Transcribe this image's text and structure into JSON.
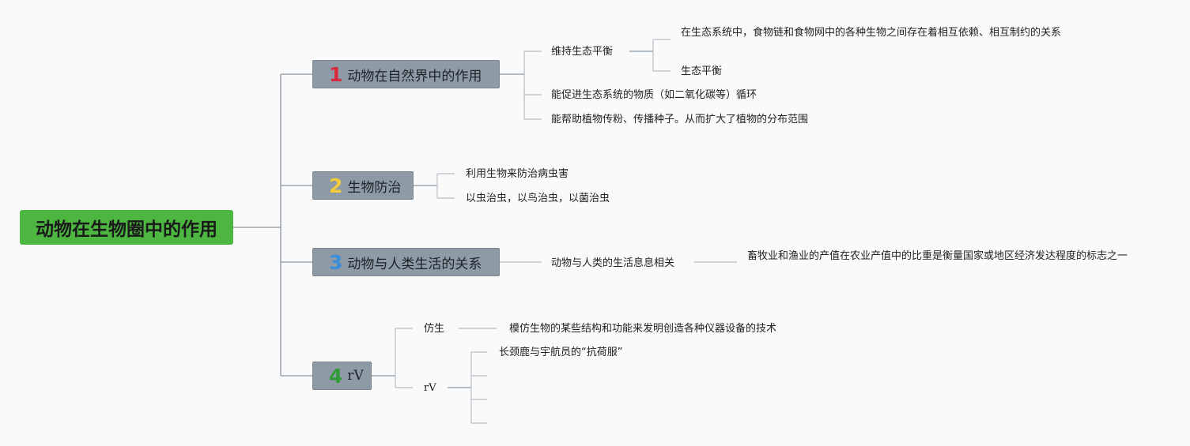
{
  "root": {
    "label": "动物在生物圈中的作用",
    "color": "#4cb640"
  },
  "branches": [
    {
      "number": "1",
      "number_color": "#d8283d",
      "label": "动物在自然界中的作用",
      "children": [
        {
          "label": "维持生态平衡",
          "children": [
            {
              "label": "在生态系统中，食物链和食物网中的各种生物之间存在着相互依赖、相互制约的关系"
            },
            {
              "label": "生态平衡"
            }
          ]
        },
        {
          "label": "能促进生态系统的物质（如二氧化碳等）循环"
        },
        {
          "label": "能帮助植物传粉、传播种子。从而扩大了植物的分布范围"
        }
      ]
    },
    {
      "number": "2",
      "number_color": "#f0cc3c",
      "label": "生物防治",
      "children": [
        {
          "label": "利用生物来防治病虫害"
        },
        {
          "label": "以虫治虫，以鸟治虫，以菌治虫"
        }
      ]
    },
    {
      "number": "3",
      "number_color": "#3a8fd8",
      "label": "动物与人类生活的关系",
      "children": [
        {
          "label": "动物与人类的生活息息相关",
          "children": [
            {
              "label": "畜牧业和渔业的产值在农业产值中的比重是衡量国家或地区经济发达程度的标志之一"
            }
          ]
        }
      ]
    },
    {
      "number": "4",
      "number_color": "#2f9a36",
      "label": "rV",
      "children": [
        {
          "label": "仿生",
          "children": [
            {
              "label": "模仿生物的某些结构和功能来发明创造各种仪器设备的技术"
            }
          ]
        },
        {
          "label": "rV",
          "children": [
            {
              "label": "长颈鹿与宇航员的“抗荷服”"
            },
            {
              "label": ""
            },
            {
              "label": ""
            }
          ]
        }
      ]
    }
  ]
}
